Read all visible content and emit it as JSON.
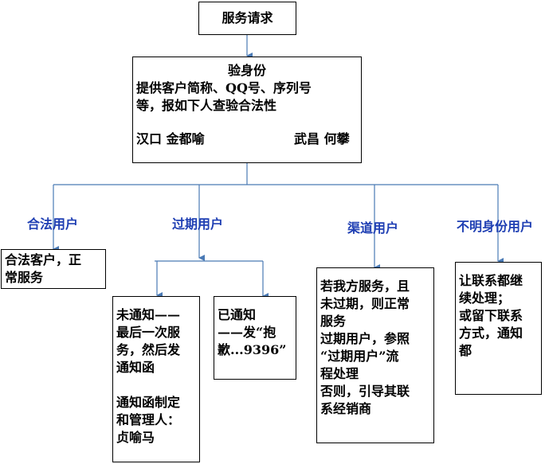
{
  "root": {
    "title": "服务请求"
  },
  "verify": {
    "title": "验身份",
    "lines": [
      "提供客户简称、QQ号、序列号",
      "等，报如下人查验合法性"
    ],
    "contact_left": "汉口 金都喻",
    "contact_right": "武昌 何攀"
  },
  "branches": {
    "legal": {
      "label": "合法用户",
      "lines": [
        "合法客户，正",
        "常服务"
      ]
    },
    "expired": {
      "label": "过期用户",
      "not_notified": {
        "lines": [
          "未通知——",
          "最后一次服",
          "务，然后发",
          "通知函",
          "",
          "通知函制定",
          "和管理人：",
          "贞喻马"
        ]
      },
      "notified": {
        "lines": [
          "已通知",
          "——发“抱",
          "歉...9396”"
        ]
      }
    },
    "channel": {
      "label": "渠道用户",
      "lines": [
        "若我方服务，且",
        "未过期，则正常",
        "服务",
        "过期用户，参照",
        "“过期用户”流",
        "程处理",
        "否则，引导其联",
        "系经销商"
      ]
    },
    "unknown": {
      "label": "不明身份用户",
      "lines": [
        "让联系都继",
        "续处理；",
        "或留下联系",
        "方式，通知",
        "都"
      ]
    }
  },
  "colors": {
    "connector": "#4a7ab5",
    "label": "#1f3fb3",
    "border": "#000000"
  }
}
